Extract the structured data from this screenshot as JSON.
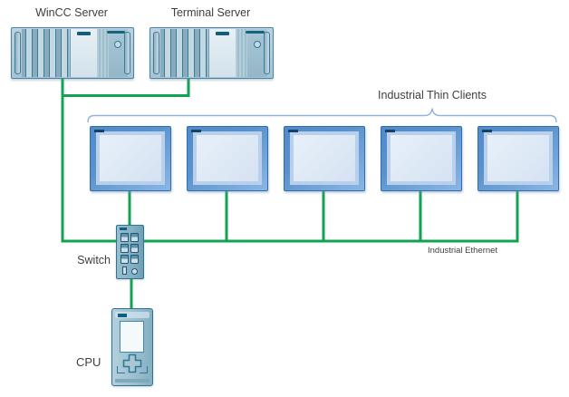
{
  "diagram": {
    "nodes": {
      "wincc_server": {
        "label": "WinCC Server",
        "type": "rack-server"
      },
      "terminal_server": {
        "label": "Terminal Server",
        "type": "rack-server"
      },
      "thin_clients": {
        "label": "Industrial Thin Clients",
        "type": "thin-client-group",
        "count": 5
      },
      "switch": {
        "label": "Switch",
        "type": "ethernet-switch"
      },
      "network": {
        "label": "Industrial Ethernet",
        "type": "bus"
      },
      "cpu": {
        "label": "CPU",
        "type": "plc-cpu"
      }
    },
    "connections": [
      {
        "from": "wincc_server",
        "to": "network"
      },
      {
        "from": "terminal_server",
        "to": "network"
      },
      {
        "from": "thin_client_1",
        "to": "switch"
      },
      {
        "from": "thin_client_2",
        "to": "network"
      },
      {
        "from": "thin_client_3",
        "to": "network"
      },
      {
        "from": "thin_client_4",
        "to": "network"
      },
      {
        "from": "thin_client_5",
        "to": "network"
      },
      {
        "from": "switch",
        "to": "cpu"
      }
    ],
    "colors": {
      "line_green": "#10a452",
      "brace_blue": "#92b3d7",
      "label_text": "#3f3f3f",
      "device_border": "#4a87a6",
      "device_fill": "#aec9d6",
      "monitor_frame": "#5b92cc",
      "monitor_screen": "#dde8f5",
      "teal_dark": "#0e607e"
    }
  }
}
